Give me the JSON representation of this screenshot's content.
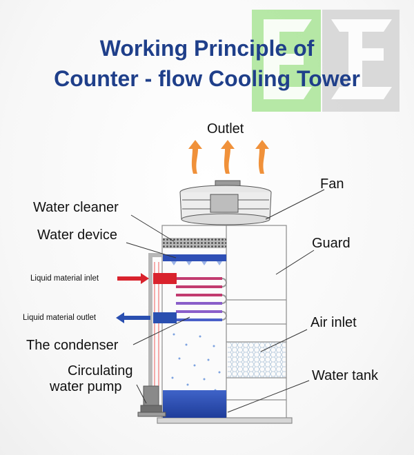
{
  "title": {
    "line1": "Working Principle of",
    "line2": "Counter - flow Cooling Tower"
  },
  "labels": {
    "outlet": "Outlet",
    "fan": "Fan",
    "water_cleaner": "Water cleaner",
    "water_device": "Water device",
    "guard": "Guard",
    "liquid_inlet": "Liquid material inlet",
    "liquid_outlet": "Liquid material outlet",
    "air_inlet": "Air inlet",
    "condenser": "The condenser",
    "pump_line1": "Circulating",
    "pump_line2": "water pump",
    "water_tank": "Water tank"
  },
  "colors": {
    "title": "#1f3f8a",
    "arrow_orange": "#f0913a",
    "inlet_red": "#d9232d",
    "outlet_blue": "#2a4fb0",
    "tank_blue": "#2e4fb5",
    "logo_green": "#8ed67a",
    "logo_gray": "#c8c8c8"
  },
  "icons": {
    "logo": "brand-logo-icon",
    "outlet_arrows": "up-arrow-icon",
    "inlet_arrow": "right-arrow-icon",
    "outlet_arrow": "left-arrow-icon"
  }
}
